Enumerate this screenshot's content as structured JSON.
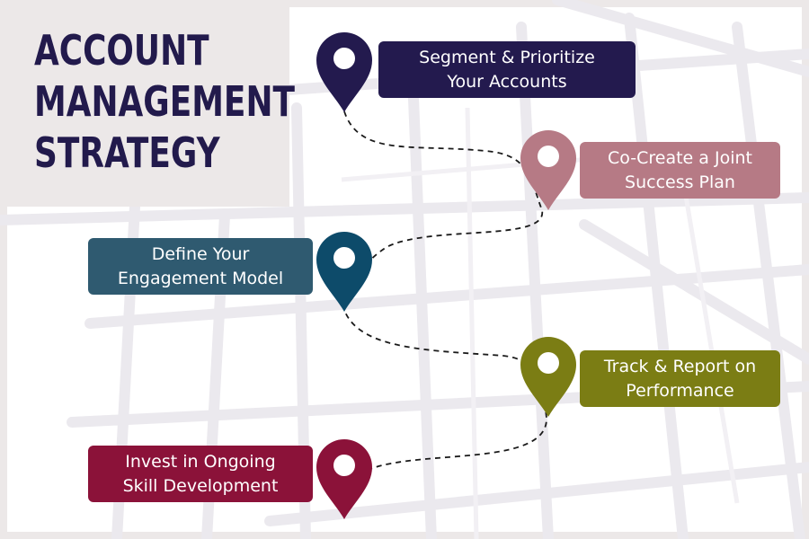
{
  "title": {
    "line1": "ACCOUNT",
    "line2": "MANAGEMENT",
    "line3": "STRATEGY"
  },
  "steps": [
    {
      "line1": "Segment & Prioritize",
      "line2": "Your Accounts",
      "color": "#231a4e"
    },
    {
      "line1": "Co-Create a Joint",
      "line2": "Success Plan",
      "color": "#b67a85"
    },
    {
      "line1": "Define Your",
      "line2": "Engagement Model",
      "color": "#2f5a70"
    },
    {
      "line1": "Track & Report on",
      "line2": "Performance",
      "color": "#7b7d14"
    },
    {
      "line1": "Invest in Ongoing",
      "line2": "Skill Development",
      "color": "#8b1239"
    }
  ],
  "colors": {
    "title": "#221a4c",
    "background": "#ece8e8",
    "map": "#ffffff",
    "roads": "#e8e6ea"
  },
  "icons": [
    "location-pin-icon",
    "location-pin-icon",
    "location-pin-icon",
    "location-pin-icon",
    "location-pin-icon"
  ]
}
